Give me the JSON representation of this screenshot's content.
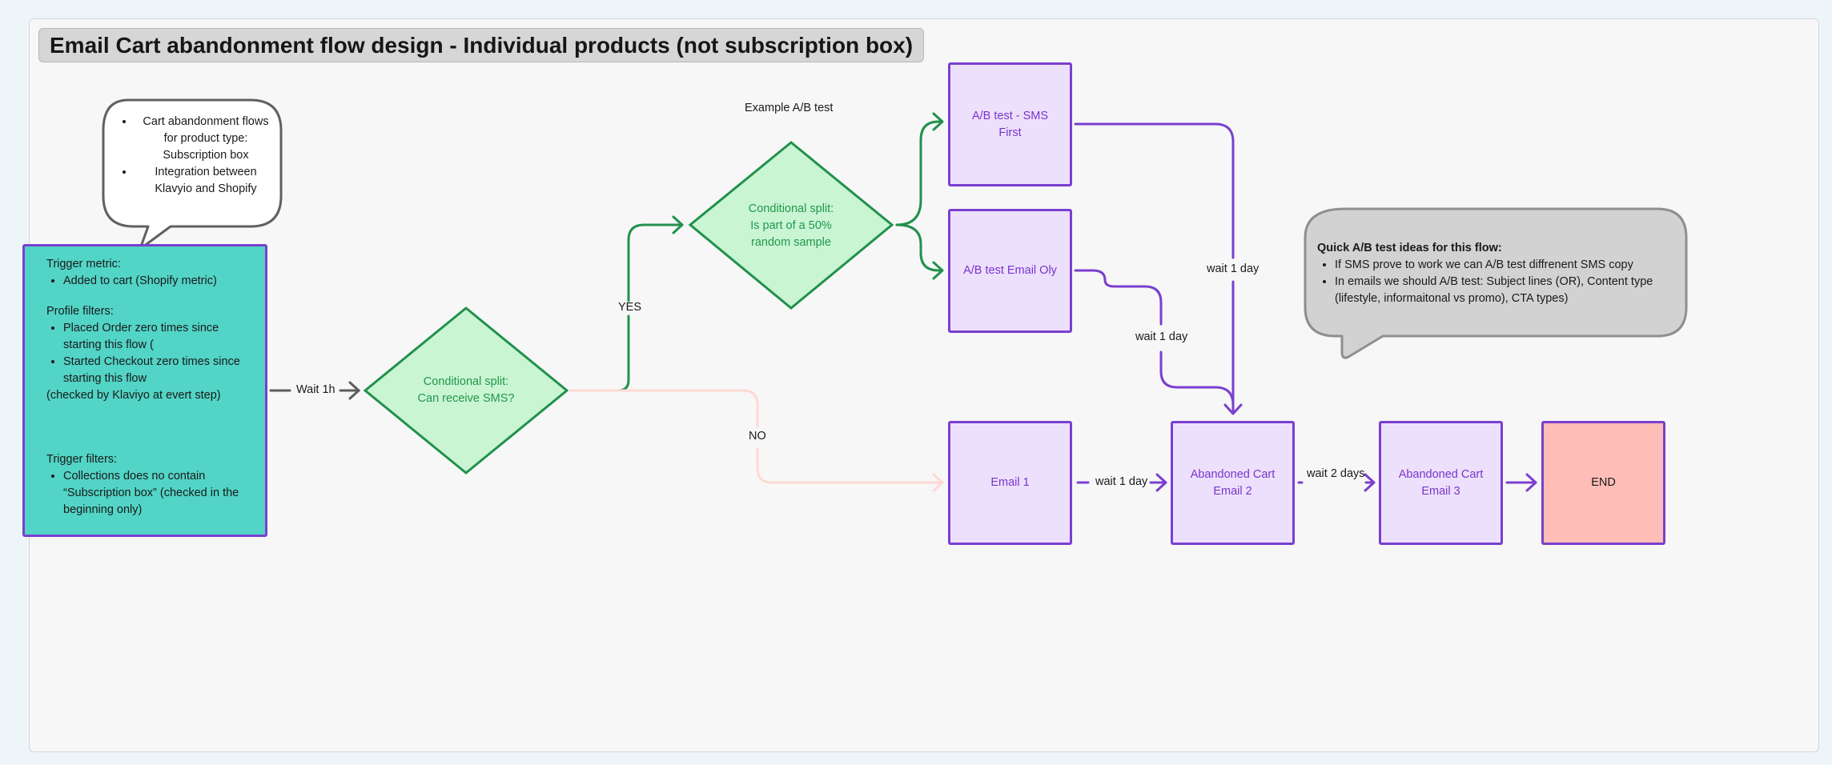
{
  "title": "Email Cart abandonment flow design - Individual products (not subscription box)",
  "note_bubble": {
    "items": [
      "Cart abandonment flows for product type: Subscription box",
      "Integration between Klavyio and Shopify"
    ]
  },
  "trigger_box": {
    "trigger_metric_title": "Trigger metric:",
    "trigger_metric_items": [
      "Added to cart (Shopify metric)"
    ],
    "profile_filters_title": "Profile filters:",
    "profile_filters_items": [
      "Placed Order zero times since starting this flow (",
      "Started Checkout zero times since starting this flow"
    ],
    "profile_filters_note": "(checked by Klaviyo at evert step)",
    "trigger_filters_title": "Trigger filters:",
    "trigger_filters_items": [
      "Collections does no contain “Subscription box” (checked in the beginning only)"
    ]
  },
  "edges": {
    "wait_1h": "Wait 1h",
    "yes": "YES",
    "no": "NO",
    "wait_1_day_sms": "wait 1 day",
    "wait_1_day_email_only": "wait 1 day",
    "wait_1_day_email1": "wait 1 day",
    "wait_2_days": "wait 2 days"
  },
  "split_sms": {
    "line1": "Conditional split:",
    "line2": "Can receive SMS?"
  },
  "split_ab": {
    "line1": "Conditional split:",
    "line2": "Is part of a 50%",
    "line3": "random sample"
  },
  "ab_caption": "Example A/B test",
  "nodes": {
    "ab_sms_first": "A/B test - SMS First",
    "ab_email_only": "A/B test Email Oly",
    "email_1": "Email 1",
    "abandoned_cart_email_2": "Abandoned Cart Email 2",
    "abandoned_cart_email_3": "Abandoned Cart Email 3",
    "end": "END"
  },
  "tip_bubble": {
    "title": "Quick A/B test ideas for this flow:",
    "items": [
      "If SMS prove to work we can A/B test diffrenent SMS copy",
      "In emails we should A/B test: Subject lines (OR), Content type (lifestyle, informaitonal vs promo), CTA types)"
    ]
  },
  "colors": {
    "purple_border": "#7a3fd0",
    "purple_fill": "#ede0fc",
    "green_stroke": "#21914c",
    "green_fill": "#c9f5d3",
    "teal_fill": "#52d4c6",
    "end_fill": "#ffbdb7",
    "faded_no_path": "#ffd9d4"
  }
}
